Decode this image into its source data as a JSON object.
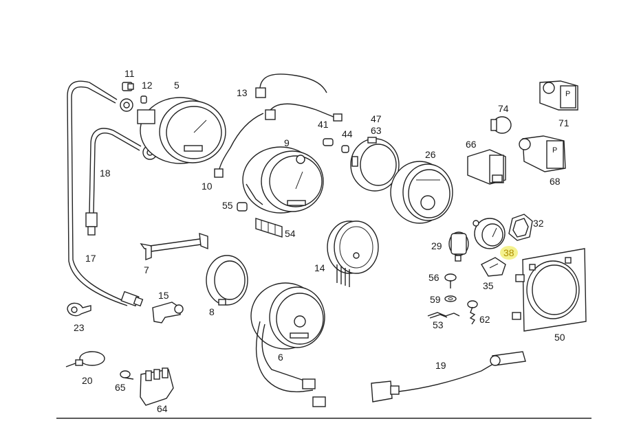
{
  "highlight_color": "#f2f07a",
  "labels": {
    "p5": "5",
    "p11": "11",
    "p12": "12",
    "p13": "13",
    "p9": "9",
    "p10": "10",
    "p18": "18",
    "p17": "17",
    "p41": "41",
    "p44": "44",
    "p47": "47",
    "p63": "63",
    "p26": "26",
    "p74": "74",
    "p71": "71",
    "p66": "66",
    "p68": "68",
    "p55": "55",
    "p54": "54",
    "p7": "7",
    "p14": "14",
    "p29": "29",
    "p32": "32",
    "p38": "38",
    "p35": "35",
    "p56": "56",
    "p59": "59",
    "p62": "62",
    "p53": "53",
    "p15": "15",
    "p8": "8",
    "p6": "6",
    "p23": "23",
    "p50": "50",
    "p20": "20",
    "p65": "65",
    "p64": "64",
    "p19": "19"
  }
}
